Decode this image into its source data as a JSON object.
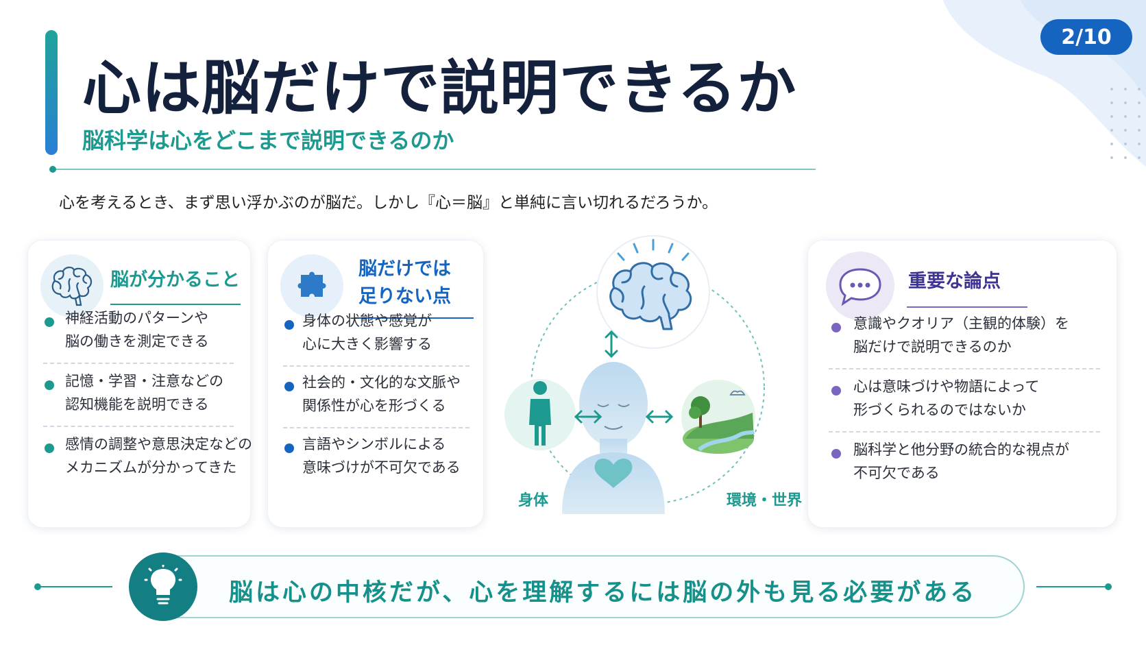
{
  "page": {
    "number": "2/10",
    "title": "心は脳だけで説明できるか",
    "subtitle": "脳科学は心をどこまで説明できるのか",
    "lead": "心を考えるとき、まず思い浮かぶのが脳だ。しかし『心＝脳』と単純に言い切れるだろうか。"
  },
  "cards": {
    "known": {
      "icon": "brain-icon",
      "heading": "脳が分かること",
      "items": [
        [
          "神経活動のパターンや",
          "脳の働きを測定できる"
        ],
        [
          "記憶・学習・注意などの",
          "認知機能を説明できる"
        ],
        [
          "感情の調整や意思決定などの",
          "メカニズムが分かってきた"
        ]
      ],
      "bullet_color": "#1d9a8f"
    },
    "lacking": {
      "icon": "puzzle-icon",
      "heading_lines": [
        "脳だけでは",
        "足りない点"
      ],
      "items": [
        [
          "身体の状態や感覚が",
          "心に大きく影響する"
        ],
        [
          "社会的・文化的な文脈や",
          "関係性が心を形づくる"
        ],
        [
          "言語やシンボルによる",
          "意味づけが不可欠である"
        ]
      ],
      "bullet_color": "#1565c0"
    },
    "points": {
      "icon": "speech-bubble-icon",
      "heading": "重要な論点",
      "items": [
        [
          "意識やクオリア（主観的体験）を",
          "脳だけで説明できるのか"
        ],
        [
          "心は意味づけや物語によって",
          "形づくられるのではないか"
        ],
        [
          "脳科学と他分野の統合的な視点が",
          "不可欠である"
        ]
      ],
      "bullet_color": "#7a65c0"
    }
  },
  "diagram": {
    "body_label": "身体",
    "environment_label": "環境・世界"
  },
  "conclusion": "脳は心の中核だが、心を理解するには脳の外も見る必要がある",
  "colors": {
    "teal": "#1d9a8f",
    "blue": "#1565c0",
    "purple": "#7a65c0",
    "navy": "#14213d"
  }
}
